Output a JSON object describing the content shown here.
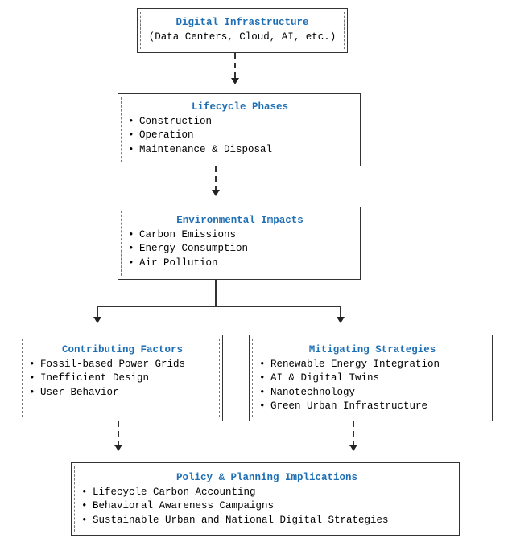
{
  "diagram": {
    "nodes": {
      "digital_infrastructure": {
        "title": "Digital Infrastructure",
        "subtitle": "(Data Centers, Cloud, AI, etc.)"
      },
      "lifecycle_phases": {
        "title": "Lifecycle Phases",
        "items": [
          "Construction",
          "Operation",
          "Maintenance & Disposal"
        ]
      },
      "environmental_impacts": {
        "title": "Environmental Impacts",
        "items": [
          "Carbon Emissions",
          "Energy Consumption",
          "Air Pollution"
        ]
      },
      "contributing_factors": {
        "title": "Contributing Factors",
        "items": [
          "Fossil-based Power Grids",
          "Inefficient Design",
          "User Behavior"
        ]
      },
      "mitigating_strategies": {
        "title": "Mitigating Strategies",
        "items": [
          "Renewable Energy Integration",
          "AI & Digital Twins",
          "Nanotechnology",
          "Green Urban Infrastructure"
        ]
      },
      "policy_planning": {
        "title": "Policy & Planning Implications",
        "items": [
          "Lifecycle Carbon Accounting",
          "Behavioral Awareness Campaigns",
          "Sustainable Urban and National Digital Strategies"
        ]
      }
    },
    "bullet_char": "•",
    "colors": {
      "title": "#1f6fb5",
      "border": "#333333",
      "connector": "#333333"
    }
  }
}
